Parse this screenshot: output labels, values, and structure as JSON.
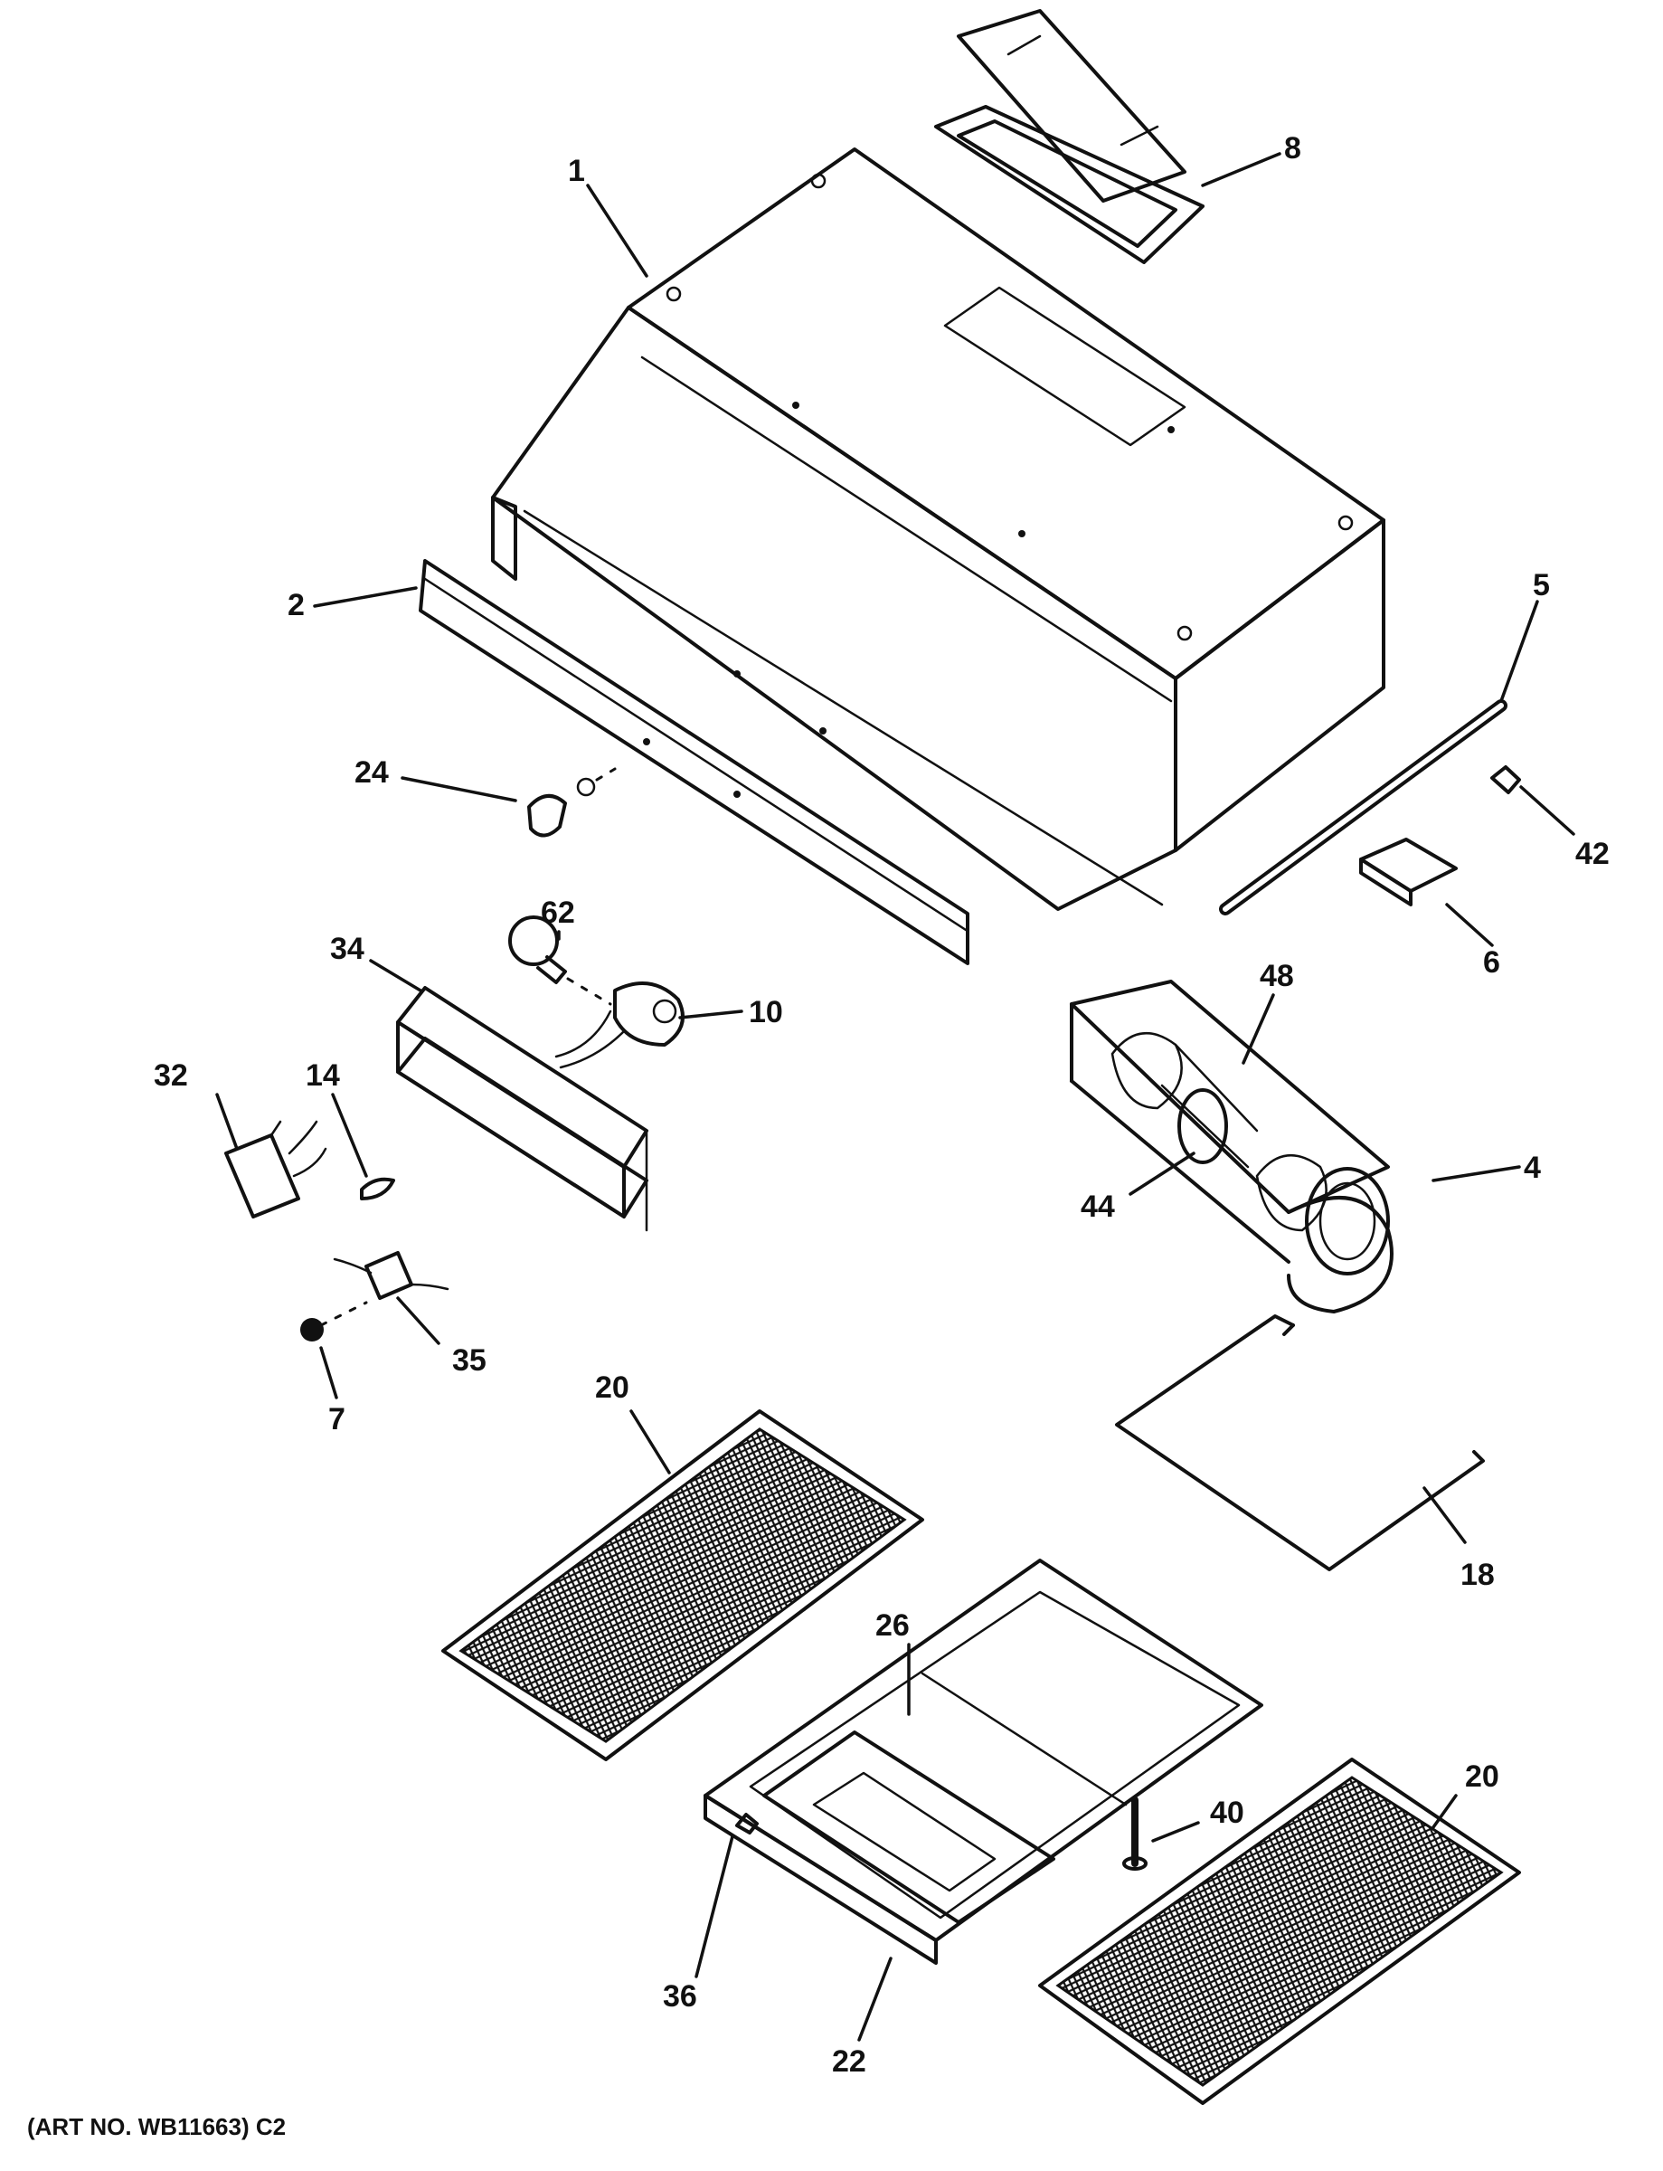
{
  "diagram": {
    "callouts": {
      "c1": "1",
      "c2": "2",
      "c4": "4",
      "c5": "5",
      "c6": "6",
      "c7": "7",
      "c8": "8",
      "c10": "10",
      "c14": "14",
      "c18": "18",
      "c20a": "20",
      "c20b": "20",
      "c22": "22",
      "c24": "24",
      "c26": "26",
      "c32": "32",
      "c34": "34",
      "c35": "35",
      "c36": "36",
      "c40": "40",
      "c42": "42",
      "c44": "44",
      "c48": "48",
      "c62": "62"
    },
    "art_number": "(ART NO. WB11663) C2"
  }
}
